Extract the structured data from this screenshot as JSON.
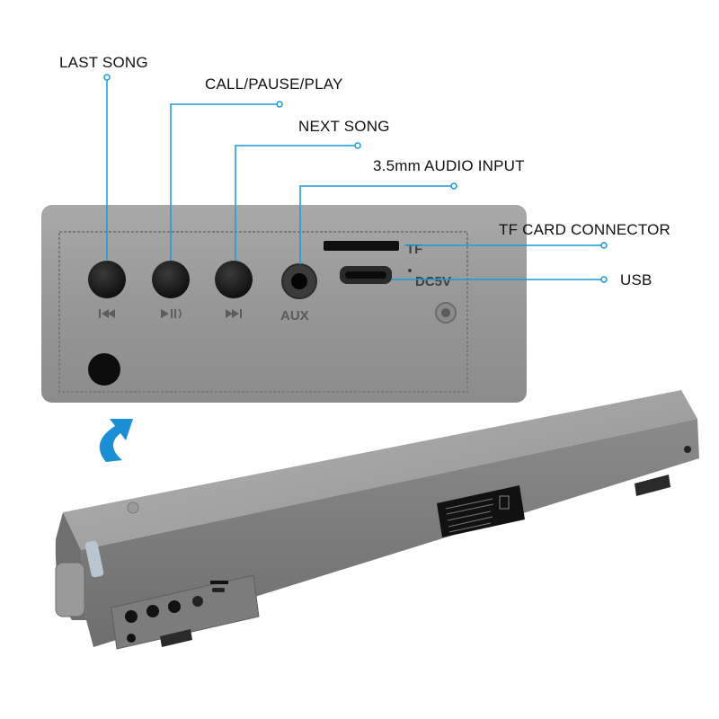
{
  "callouts": {
    "last_song": "LAST SONG",
    "call_pause_play": "CALL/PAUSE/PLAY",
    "next_song": "NEXT SONG",
    "audio_input": "3.5mm AUDIO INPUT",
    "tf_card": "TF CARD CONNECTOR",
    "usb": "USB"
  },
  "panel_markings": {
    "aux": "AUX",
    "tf": "TF",
    "dc": "DC5V"
  },
  "colors": {
    "callout_line": "#1a9bd7",
    "arrow": "#1a8fd6",
    "body_gray": "#8a8a8a"
  },
  "icons": {
    "rotate_arrow": "curved-arrow-icon",
    "prev": "skip-previous-icon",
    "play": "play-pause-icon",
    "next": "skip-next-icon"
  }
}
